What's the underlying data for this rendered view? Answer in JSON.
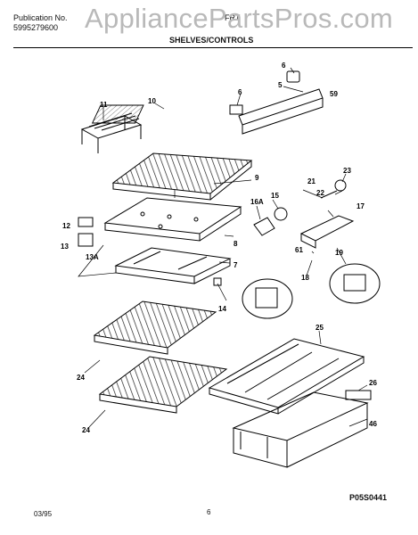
{
  "header": {
    "publication_label": "Publication No.",
    "publication_number": "5995279600",
    "model_partial": "FRT",
    "watermark": "AppliancePartsPros.com",
    "section_title": "SHELVES/CONTROLS"
  },
  "callouts": [
    "6",
    "5",
    "59",
    "6",
    "11",
    "10",
    "9",
    "23",
    "21",
    "15",
    "16A",
    "22",
    "17",
    "12",
    "13",
    "13A",
    "8",
    "7",
    "61",
    "19",
    "18",
    "14",
    "25",
    "24",
    "26",
    "24",
    "46"
  ],
  "footer": {
    "date": "03/95",
    "page_number": "6",
    "drawing_code": "P05S0441"
  }
}
